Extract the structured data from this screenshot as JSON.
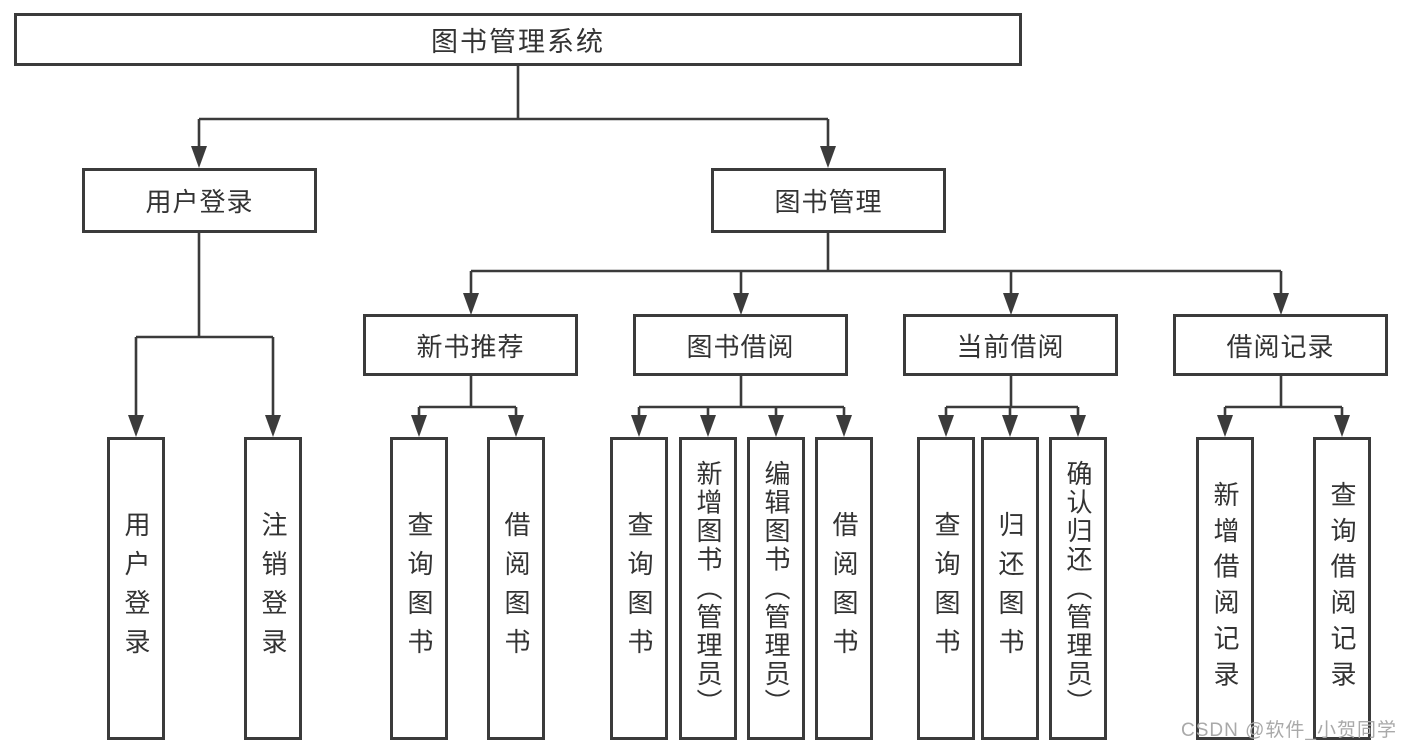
{
  "tree": {
    "root": {
      "label": "图书管理系统"
    },
    "children": [
      {
        "label": "用户登录",
        "children": [
          {
            "label": "用户登录"
          },
          {
            "label": "注销登录"
          }
        ]
      },
      {
        "label": "图书管理",
        "children": [
          {
            "label": "新书推荐",
            "children": [
              {
                "label": "查询图书"
              },
              {
                "label": "借阅图书"
              }
            ]
          },
          {
            "label": "图书借阅",
            "children": [
              {
                "label": "查询图书"
              },
              {
                "label": "新增图书（管理员）"
              },
              {
                "label": "编辑图书（管理员）"
              },
              {
                "label": "借阅图书"
              }
            ]
          },
          {
            "label": "当前借阅",
            "children": [
              {
                "label": "查询图书"
              },
              {
                "label": "归还图书"
              },
              {
                "label": "确认归还（管理员）"
              }
            ]
          },
          {
            "label": "借阅记录",
            "children": [
              {
                "label": "新增借阅记录"
              },
              {
                "label": "查询借阅记录"
              }
            ]
          }
        ]
      }
    ]
  },
  "watermark": {
    "text": "CSDN @软件_小贺同学"
  },
  "colors": {
    "line": "#3b3b3b",
    "text": "#333333",
    "box_background": "#ffffff",
    "watermark": "#a9a9a9"
  }
}
